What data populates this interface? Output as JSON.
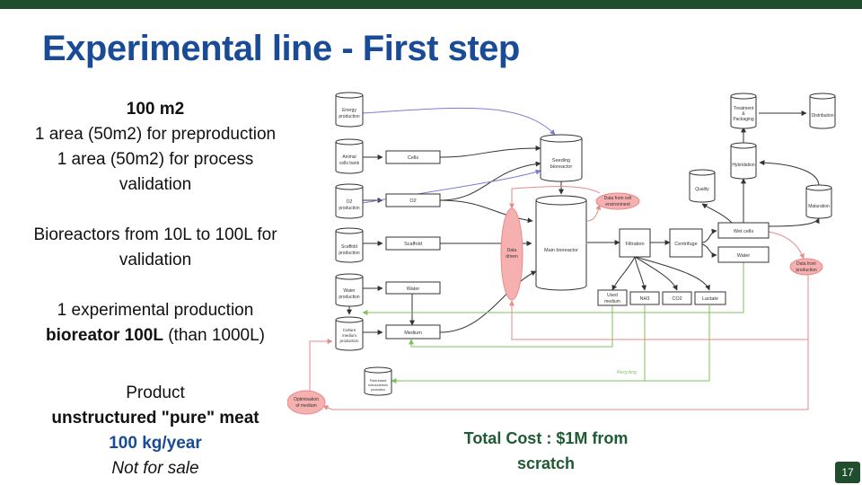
{
  "title": "Experimental line - First step",
  "info": {
    "area_total": "100 m2",
    "area_preproduction": "1 area (50m2) for preproduction",
    "area_validation_1": "1 area (50m2) for process",
    "area_validation_2": "validation",
    "bioreactors_1": "Bioreactors from 10L to 100L for",
    "bioreactors_2": "validation",
    "experimental_1": "1 experimental production",
    "experimental_2_bold": "bioreator 100L",
    "experimental_2_rest": " (than 1000L)",
    "product_label": "Product",
    "product_type": "unstructured \"pure\" meat",
    "product_volume": "100 kg/year",
    "product_status": "Not for sale"
  },
  "total_cost": {
    "line1": "Total Cost : $1M from",
    "line2": "scratch"
  },
  "page_number": "17",
  "diagram": {
    "colors": {
      "process": "#333333",
      "feed": "#7b7bd6",
      "recycle": "#7cc25a",
      "data": "#e88a8a",
      "data_fill": "#f6b0b0"
    },
    "cylinders": {
      "energy": [
        "Energy",
        "production"
      ],
      "animal": [
        "Animal",
        "cells bank"
      ],
      "o2prod": [
        "O2",
        "production"
      ],
      "scaffoldprod": [
        "Scaffold",
        "production"
      ],
      "waterprod": [
        "Water",
        "production"
      ],
      "culture": [
        "Culture",
        "medium",
        "production"
      ],
      "placebo": [
        "Plant-based",
        "micronutrients",
        "production"
      ],
      "seeding": [
        "Seeding",
        "bioreactor"
      ],
      "main": [
        "Main bioreactor"
      ],
      "quality": [
        "Quality"
      ],
      "hybridation": [
        "Hybridation"
      ],
      "maturation": [
        "Maturation"
      ],
      "treatment": [
        "Treatment",
        "&",
        "Packaging"
      ],
      "distribution": [
        "Distribution"
      ]
    },
    "boxes": {
      "cells": "Cells",
      "o2": "O2",
      "scaffold": "Scaffold",
      "water1": "Water",
      "medium": "Medium",
      "filtration": "Filtration",
      "centrifuge": "Centrifuge",
      "wetcells": "Wet cells",
      "water2": "Water",
      "usedmedium": [
        "Used",
        "medium"
      ],
      "nh3": "NH3",
      "co2": "CO2",
      "lactate": "Lactate"
    },
    "ovals": {
      "datacell": [
        "Data from cell",
        "environment"
      ],
      "datadriven": [
        "Data",
        "driven"
      ],
      "dataprod": [
        "Data from",
        "production"
      ],
      "optimisation": [
        "Optimisation",
        "of medium"
      ]
    },
    "recycling": "Recycling"
  }
}
